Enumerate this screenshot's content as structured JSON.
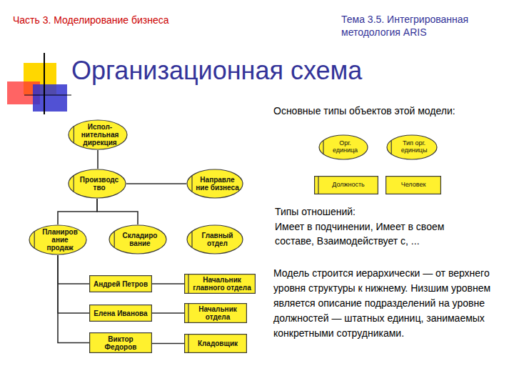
{
  "diagram": {
    "title": "Организационная схема",
    "nodes": [
      {
        "text": [
          "Испол- нительная дирекция"
        ]
      },
      {
        "text": [
          "Производс тво"
        ]
      },
      {
        "text": [
          "Направле ние бизнеса"
        ]
      },
      {
        "text": [
          "Планиров ание продаж"
        ]
      },
      {
        "text": [
          "Складиро вание"
        ]
      },
      {
        "text": [
          "Главный отдел"
        ]
      },
      {
        "text": [
          "Андрей Петров"
        ]
      },
      {
        "text": [
          "Начальник главного отдела"
        ]
      },
      {
        "text": [
          "Елена Иванова"
        ]
      },
      {
        "text": [
          "Начальник отдела"
        ]
      },
      {
        "text": [
          "Виктор Федоров"
        ]
      },
      {
        "text": [
          "Кладовщик"
        ]
      },
      {
        "text": [
          "Орг. единица"
        ]
      },
      {
        "text": [
          "Тип орг. единицы"
        ]
      },
      {
        "text": [
          "Должность"
        ]
      },
      {
        "text": [
          "Человек"
        ]
      }
    ],
    "edges": [
      {
        "from": 0,
        "to": 1,
        "arrow": "none"
      },
      {
        "from": 1,
        "to": 2,
        "arrow": "none"
      },
      {
        "from": 1,
        "to": 3,
        "arrow": "none"
      },
      {
        "from": 1,
        "to": 4,
        "arrow": "none"
      },
      {
        "from": 3,
        "to": 6,
        "arrow": "none"
      },
      {
        "from": 3,
        "to": 8,
        "arrow": "none"
      },
      {
        "from": 3,
        "to": 10,
        "arrow": "none"
      },
      {
        "from": 6,
        "to": 7,
        "arrow": "none"
      },
      {
        "from": 8,
        "to": 9,
        "arrow": "none"
      },
      {
        "from": 10,
        "to": 11,
        "arrow": "none"
      }
    ],
    "labels": [
      "Часть 3. Моделирование бизнеса",
      "Тема 3.5. Интегрированная методология ARIS",
      "Основные типы объектов этой модели:",
      "Типы отношений:",
      "Имеет в подчинении, Имеет в своем составе, Взаимодействует с, ...",
      "Модель строится иерархически — от верхнего уровня структуры к нижнему. Низшим уровнем является описание подразделений на уровне должностей — штатных единиц, занимаемых конкретными сотрудниками."
    ]
  }
}
